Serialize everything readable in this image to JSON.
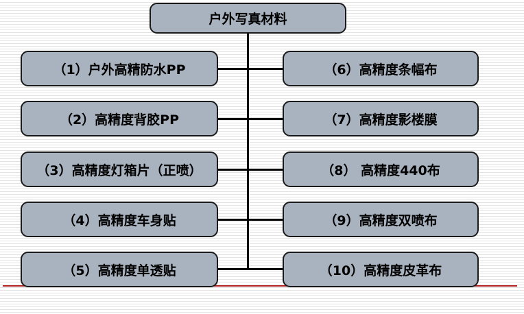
{
  "diagram": {
    "root": {
      "label": "户外写真材料"
    },
    "left_items": [
      {
        "label": "（1）户外高精防水PP"
      },
      {
        "label": "（2）高精度背胶PP"
      },
      {
        "label": "（3）高精度灯箱片（正喷）"
      },
      {
        "label": "（4）高精度车身贴"
      },
      {
        "label": "（5）高精度单透贴"
      }
    ],
    "right_items": [
      {
        "label": "（6）高精度条幅布"
      },
      {
        "label": "（7）高精度影楼膜"
      },
      {
        "label": "（8） 高精度440布"
      },
      {
        "label": "（9）高精度双喷布"
      },
      {
        "label": "（10）高精度皮革布"
      }
    ],
    "colors": {
      "box_fill": "#a9b3bf",
      "box_border": "#1a1a1a",
      "connector": "#000000",
      "baseline_red": "#b22222",
      "background_stripe": "#e3e3e3"
    }
  }
}
